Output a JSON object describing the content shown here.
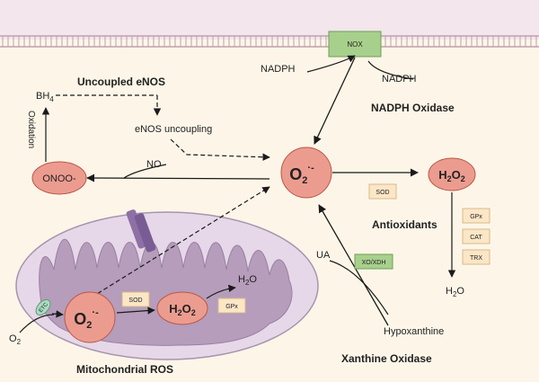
{
  "colors": {
    "background": "#fdf6e8",
    "membrane_top": "#e7cfd7",
    "membrane_line": "#bfa0ac",
    "mito_outer": "#e6d8e8",
    "mito_outer_stroke": "#a993ae",
    "mito_inner": "#b59dbb",
    "node_fill": "#ec9c8f",
    "node_stroke": "#b9574a",
    "nox_fill": "#a8d08d",
    "nox_stroke": "#6e9e54",
    "enzyme_fill": "#fbe6c6",
    "enzyme_stroke": "#d8b98a",
    "etc_fill": "#a9dcc0",
    "channel_fill": "#8e70a6"
  },
  "nodes": {
    "o2_center": {
      "base": "O",
      "sub": "2",
      "sup": "·-"
    },
    "h2o2_right": {
      "base": "H",
      "sub1": "2",
      "mid": "O",
      "sub2": "2"
    },
    "onoo": "ONOO-",
    "o2_mito": {
      "base": "O",
      "sub": "2",
      "sup": "·-"
    },
    "h2o2_mito": {
      "base": "H",
      "sub1": "2",
      "mid": "O",
      "sub2": "2"
    }
  },
  "sections": {
    "uncoupled_enos": "Uncoupled eNOS",
    "nadph_oxidase": "NADPH Oxidase",
    "antioxidants": "Antioxidants",
    "xanthine_oxidase": "Xanthine Oxidase",
    "mitochondrial_ros": "Mitochondrial ROS"
  },
  "labels": {
    "bh4": {
      "base": "BH",
      "sub": "4"
    },
    "oxidation": "Oxidation",
    "enos_uncoupling": "eNOS uncoupling",
    "no": "NO",
    "nadph_left": "NADPH",
    "nadph_right": "NADPH",
    "ua": "UA",
    "hypoxanthine": "Hypoxanthine",
    "h2o_right": {
      "base": "H",
      "sub": "2",
      "tail": "O"
    },
    "h2o_mito": {
      "base": "H",
      "sub": "2",
      "tail": "O"
    },
    "o2_mito_input": {
      "base": "O",
      "sub": "2"
    }
  },
  "enzymes": {
    "nox": "NOX",
    "sod_right": "SOD",
    "gpx_right": "GPx",
    "cat": "CAT",
    "trx": "TRX",
    "xo_xdh": "XO/XDH",
    "sod_mito": "SOD",
    "gpx_mito": "GPx",
    "etc": "ETC"
  }
}
